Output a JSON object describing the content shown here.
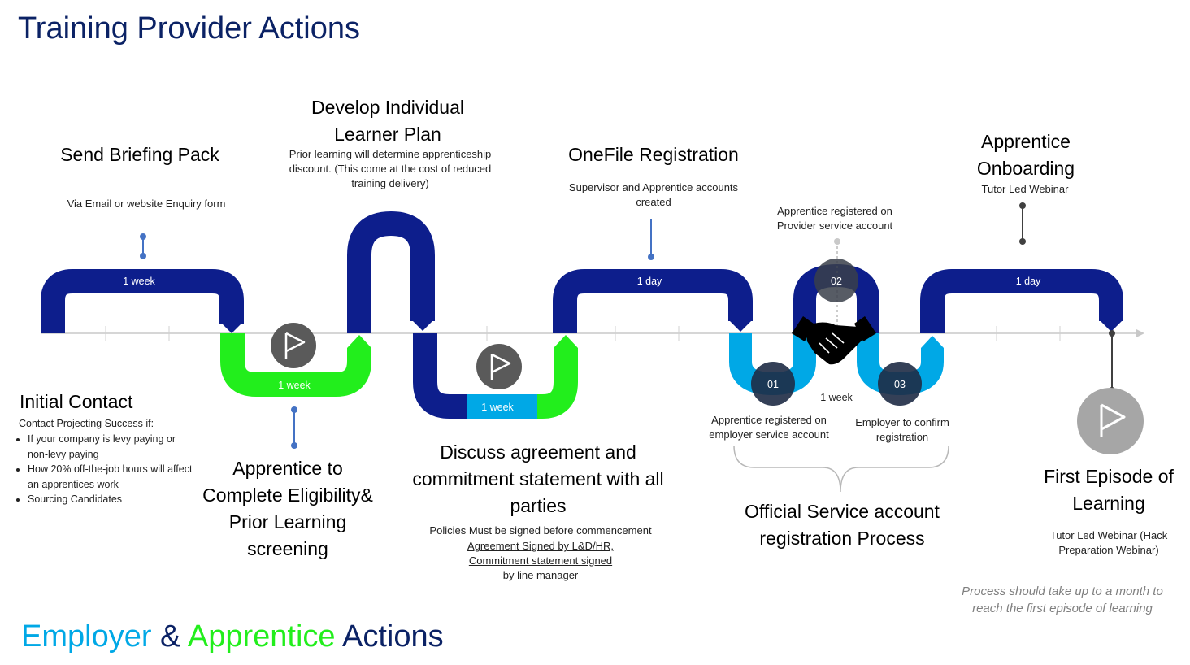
{
  "title": "Training Provider Actions",
  "footer_title": {
    "part1": "Employer",
    "amp": " & ",
    "part2": "Apprentice",
    "part3": " Actions"
  },
  "colors": {
    "provider": "#0b2265",
    "navy": "#0d1e8c",
    "green": "#22ee1c",
    "cyan": "#00a8e6",
    "flag_circle": "#5a5a5a",
    "step_circle": "#1e2b45"
  },
  "steps": {
    "initial_contact": {
      "title": "Initial Contact",
      "intro": "Contact Projecting Success if:",
      "bullets": [
        "If your company is levy paying or non-levy paying",
        "How 20% off-the-job hours will affect an apprentices work",
        "Sourcing Candidates"
      ]
    },
    "send_briefing": {
      "title": "Send Briefing Pack",
      "desc": "Via Email or website Enquiry form",
      "duration": "1 week"
    },
    "eligibility": {
      "title": "Apprentice to Complete Eligibility& Prior Learning screening",
      "duration": "1 week"
    },
    "ilp": {
      "title": "Develop Individual Learner Plan",
      "desc": "Prior learning will determine apprenticeship discount. (This come at the cost of reduced training delivery)"
    },
    "agreement": {
      "title": "Discuss agreement and commitment statement with all parties",
      "desc": "Policies Must be signed before commencement",
      "underlined": [
        "Agreement Signed by L&D/HR,",
        "Commitment statement signed",
        "by line manager"
      ],
      "duration": "1 week"
    },
    "onefile": {
      "title": "OneFile Registration",
      "desc": "Supervisor and Apprentice accounts created",
      "duration": "1 day"
    },
    "service": {
      "title": "Official Service account registration Process",
      "duration": "1 week",
      "sub": [
        {
          "num": "01",
          "text": "Apprentice registered on employer service account"
        },
        {
          "num": "02",
          "text": "Apprentice registered on Provider service account"
        },
        {
          "num": "03",
          "text": "Employer to confirm registration"
        }
      ]
    },
    "onboarding": {
      "title": "Apprentice Onboarding",
      "desc": "Tutor Led Webinar",
      "duration": "1 day"
    },
    "first_episode": {
      "title": "First Episode of Learning",
      "desc": "Tutor Led Webinar (Hack Preparation Webinar)"
    }
  },
  "note": "Process should take up to a month to reach the first episode of learning"
}
